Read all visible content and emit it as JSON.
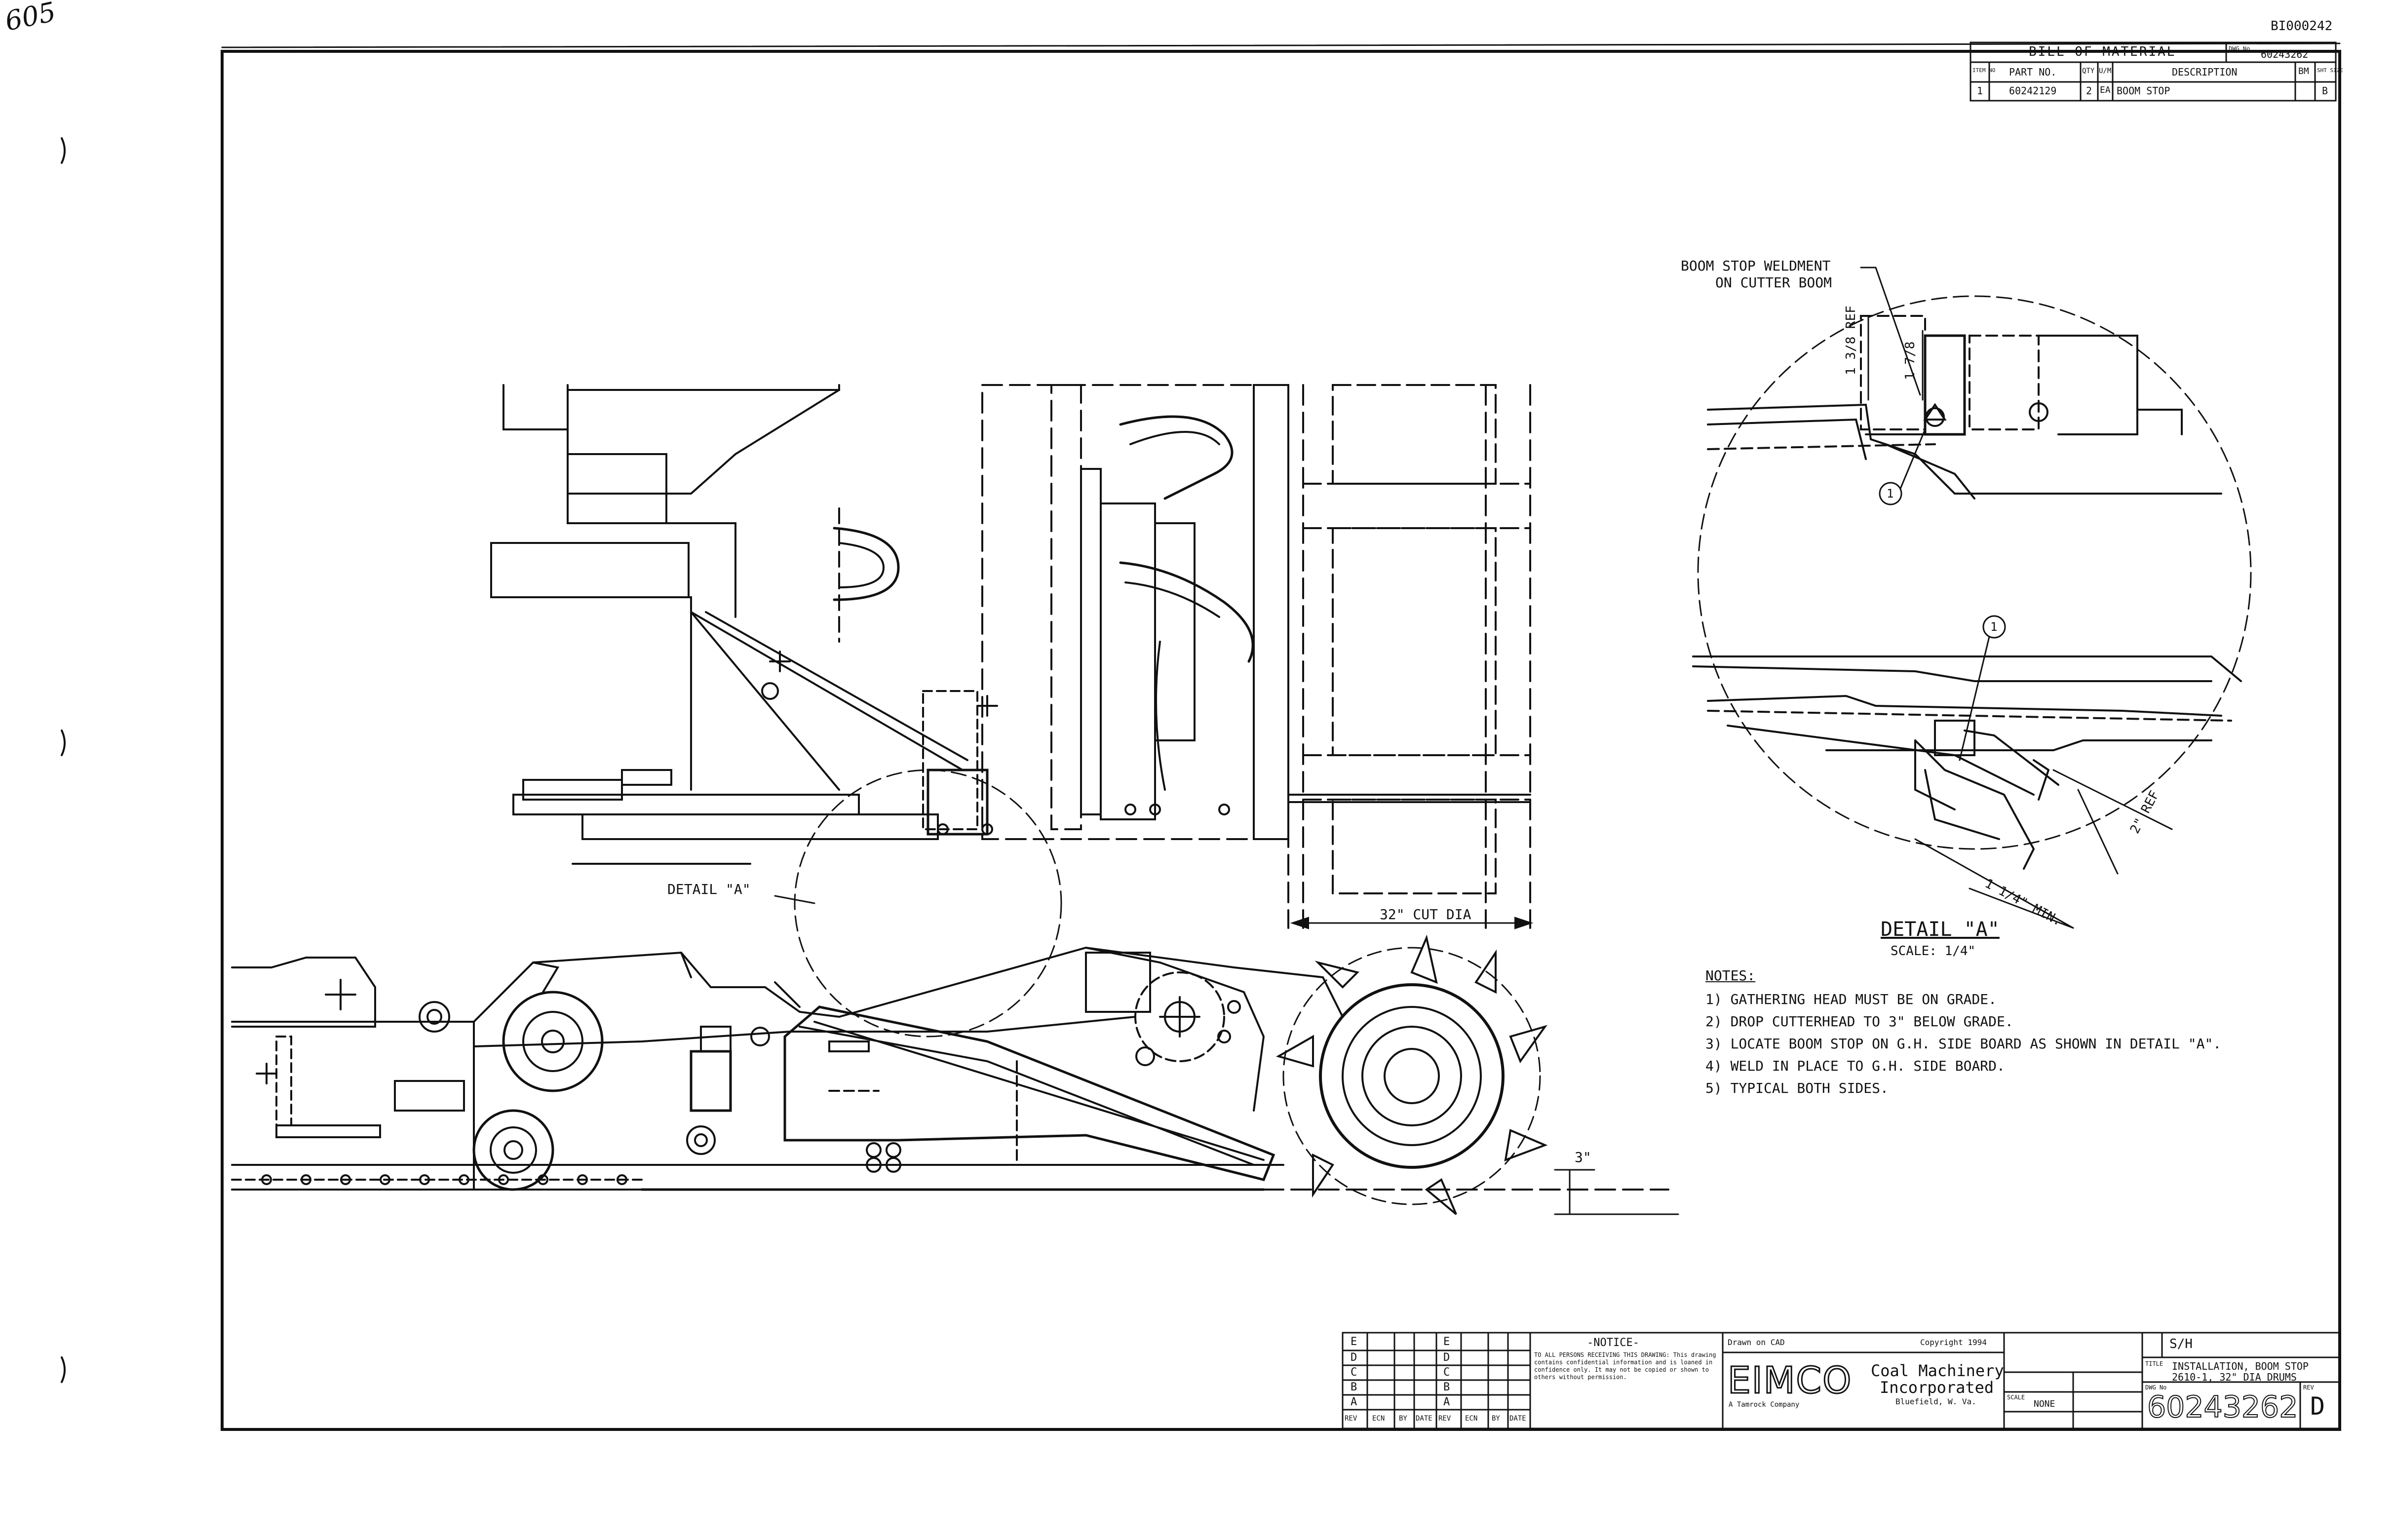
{
  "corner_mark": "605",
  "doc_id": "BI000242",
  "bom": {
    "title": "BILL OF MATERIAL",
    "dwg_label": "DWG No",
    "dwg_number": "60243262",
    "headers": [
      "ITEM NO",
      "PART NO.",
      "QTY",
      "U/M",
      "DESCRIPTION",
      "BM",
      "SHT SIZE"
    ],
    "rows": [
      [
        "1",
        "60242129",
        "2",
        "EA",
        "BOOM STOP",
        "",
        "B"
      ]
    ]
  },
  "callouts": {
    "weldment_line1": "BOOM STOP WELDMENT",
    "weldment_line2": "ON CUTTER BOOM",
    "detail_a_ref": "DETAIL \"A\"",
    "cut_dia": "32\" CUT DIA",
    "drop": "3\"",
    "dim_ref_left": "1 3/8 REF",
    "dim_ref_right": "1 7/8",
    "dim_2_ref": "2\" REF",
    "dim_min": "1 1/4\" MIN.",
    "balloon": "1"
  },
  "detail": {
    "title": "DETAIL \"A\"",
    "scale": "SCALE: 1/4\""
  },
  "notes": {
    "heading": "NOTES:",
    "items": [
      "1) GATHERING HEAD MUST BE ON GRADE.",
      "2) DROP CUTTERHEAD TO 3\" BELOW GRADE.",
      "3) LOCATE BOOM STOP ON G.H. SIDE BOARD AS SHOWN IN DETAIL \"A\".",
      "4) WELD IN PLACE TO G.H. SIDE BOARD.",
      "5) TYPICAL BOTH SIDES."
    ]
  },
  "title_block": {
    "rev_letters": [
      "E",
      "D",
      "C",
      "B",
      "A"
    ],
    "rev_header": [
      "REV",
      "ECN",
      "BY",
      "DATE",
      "REV",
      "ECN",
      "BY",
      "DATE"
    ],
    "notice_title": "-NOTICE-",
    "notice_text": "TO ALL PERSONS RECEIVING THIS DRAWING: This drawing contains confidential information and is loaned in confidence only. It may not be copied or shown to others without permission.",
    "drawn_on": "Drawn on CAD",
    "copyright": "Copyright 1994",
    "logo": "EIMCO",
    "company_line1": "Coal Machinery",
    "company_line2": "Incorporated",
    "company_city": "Bluefield, W. Va.",
    "company_tag": "A Tamrock Company",
    "scale_label": "SCALE",
    "scale_value": "NONE",
    "title_label": "TITLE",
    "title_line1": "INSTALLATION, BOOM STOP",
    "title_line2": "2610-1, 32\" DIA DRUMS",
    "model_value": "S/H",
    "dwg_label": "DWG No",
    "dwg_number": "60243262",
    "rev_label": "REV",
    "rev_value": "D"
  }
}
